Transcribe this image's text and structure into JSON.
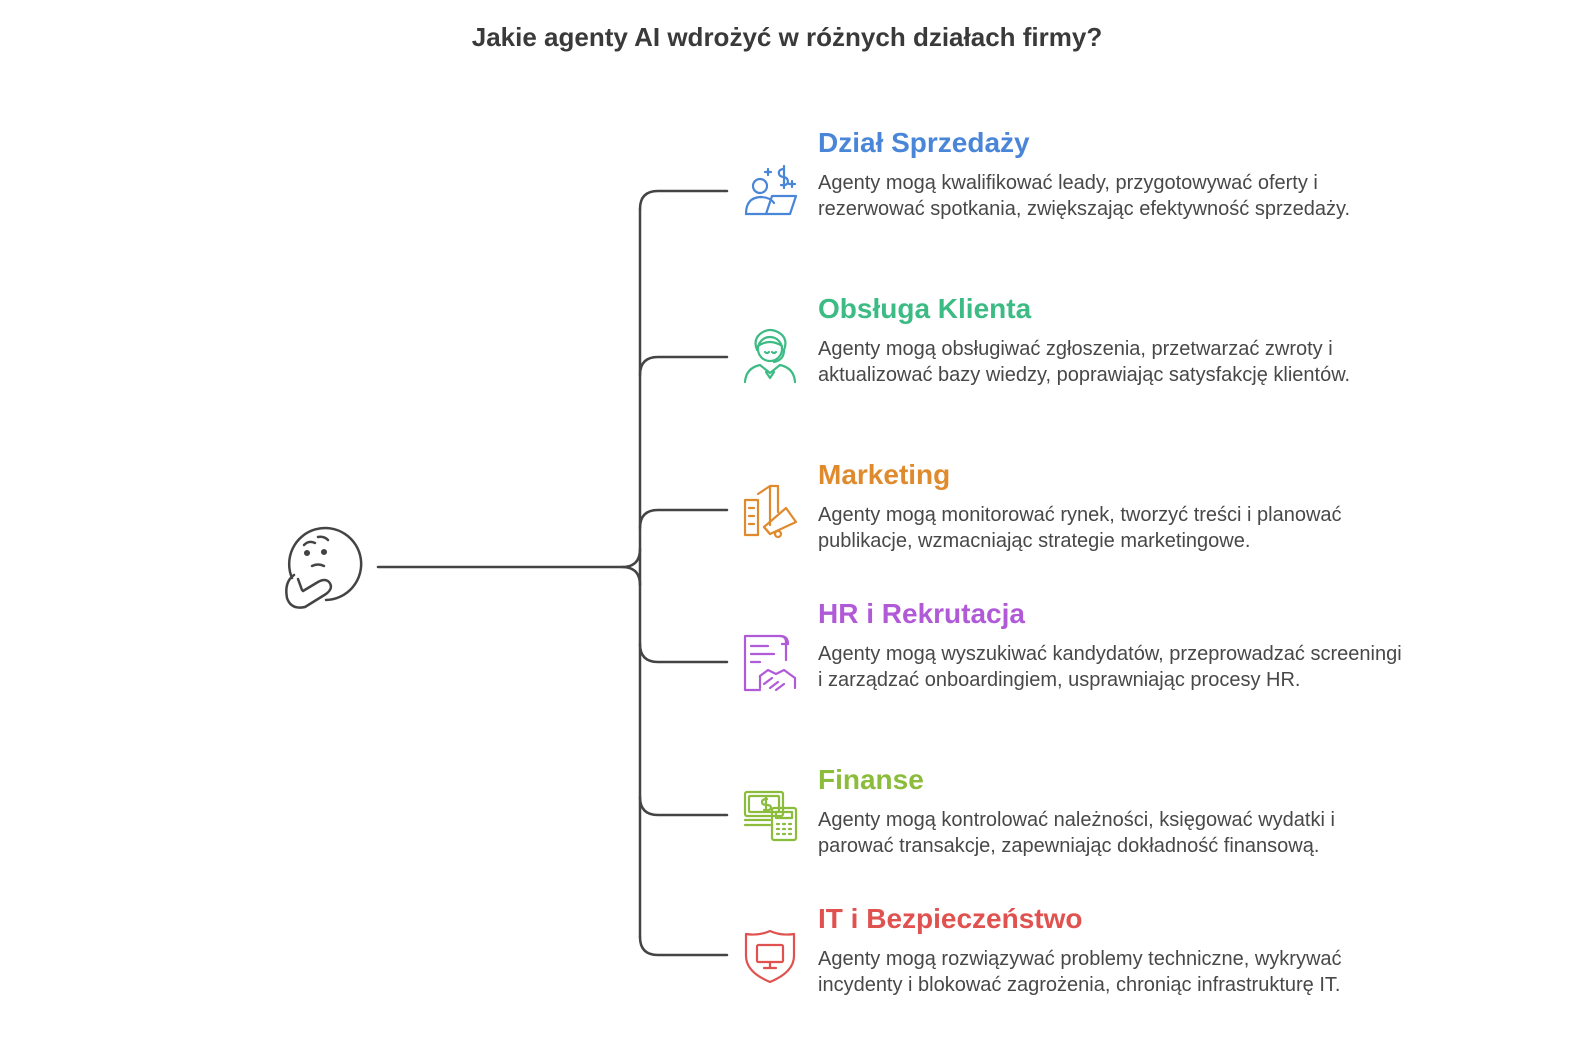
{
  "title": "Jakie agenty AI wdrożyć w różnych działach firmy?",
  "root_icon": "thinking-face-icon",
  "branches": [
    {
      "title": "Dział Sprzedaży",
      "description": "Agenty mogą kwalifikować leady, przygotowywać oferty i rezerwować spotkania, zwiększając efektywność sprzedaży.",
      "color": "#4a86d8",
      "icon": "salesperson-laptop-icon"
    },
    {
      "title": "Obsługa Klienta",
      "description": "Agenty mogą obsługiwać zgłoszenia, przetwarzać zwroty i aktualizować bazy wiedzy, poprawiając satysfakcję klientów.",
      "color": "#3dbb84",
      "icon": "customer-service-agent-icon"
    },
    {
      "title": "Marketing",
      "description": "Agenty mogą monitorować rynek, tworzyć treści i planować publikacje, wzmacniając strategie marketingowe.",
      "color": "#e08a2e",
      "icon": "megaphone-building-icon"
    },
    {
      "title": "HR i Rekrutacja",
      "description": "Agenty mogą wyszukiwać kandydatów, przeprowadzać screeningi i zarządzać onboardingiem, usprawniając procesy HR.",
      "color": "#b05ad8",
      "icon": "contract-handshake-icon"
    },
    {
      "title": "Finanse",
      "description": "Agenty mogą kontrolować należności, księgować wydatki i parować transakcje, zapewniając dokładność finansową.",
      "color": "#8cbc3c",
      "icon": "money-calculator-icon"
    },
    {
      "title": "IT i Bezpieczeństwo",
      "description": "Agenty mogą rozwiązywać problemy techniczne, wykrywać incydenty i blokować zagrożenia, chroniąc infrastrukturę IT.",
      "color": "#e0524f",
      "icon": "shield-monitor-icon"
    }
  ]
}
